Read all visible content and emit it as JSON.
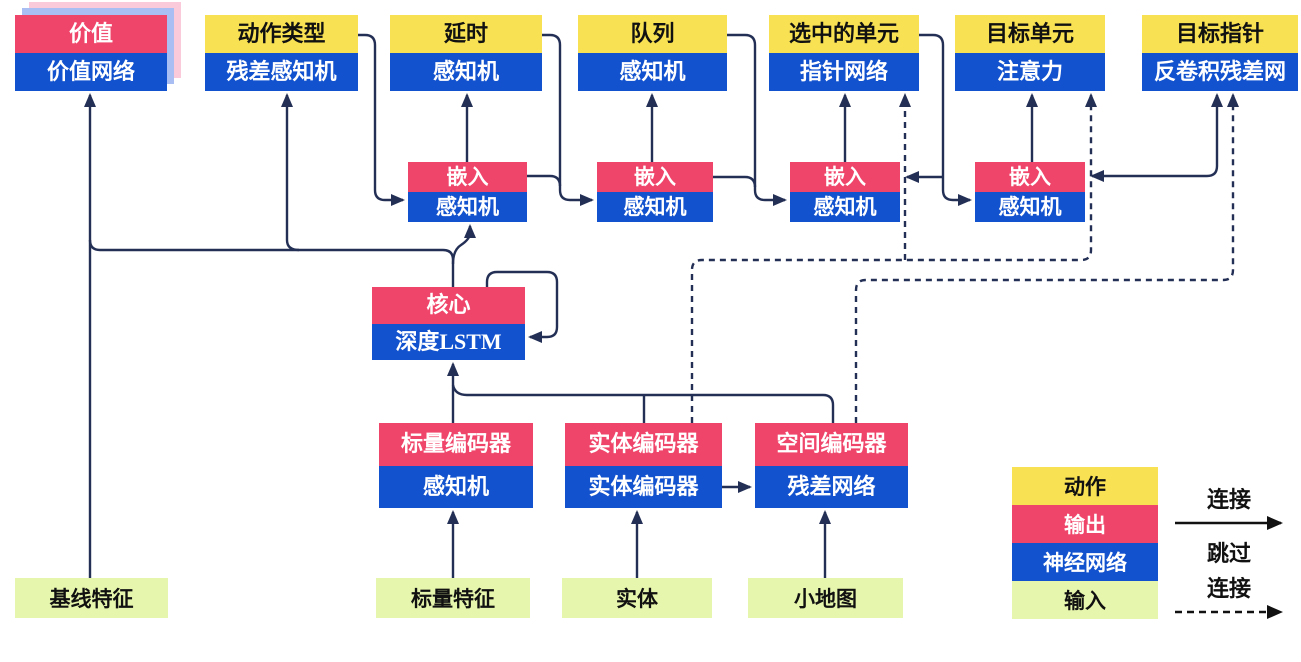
{
  "diagram": {
    "title": "agent-architecture-diagram",
    "top_row": [
      {
        "action": "价值",
        "network": "价值网络",
        "head_color": "red",
        "stacked": true
      },
      {
        "action": "动作类型",
        "network": "残差感知机",
        "head_color": "yellow"
      },
      {
        "action": "延时",
        "network": "感知机",
        "head_color": "yellow"
      },
      {
        "action": "队列",
        "network": "感知机",
        "head_color": "yellow"
      },
      {
        "action": "选中的单元",
        "network": "指针网络",
        "head_color": "yellow"
      },
      {
        "action": "目标单元",
        "network": "注意力",
        "head_color": "yellow"
      },
      {
        "action": "目标指针",
        "network": "反卷积残差网",
        "head_color": "yellow"
      }
    ],
    "embed_row": [
      {
        "output": "嵌入",
        "network": "感知机"
      },
      {
        "output": "嵌入",
        "network": "感知机"
      },
      {
        "output": "嵌入",
        "network": "感知机"
      },
      {
        "output": "嵌入",
        "network": "感知机"
      }
    ],
    "core": {
      "output": "核心",
      "network": "深度LSTM"
    },
    "encoders": [
      {
        "output": "标量编码器",
        "network": "感知机"
      },
      {
        "output": "实体编码器",
        "network": "实体编码器"
      },
      {
        "output": "空间编码器",
        "network": "残差网络"
      }
    ],
    "inputs": [
      {
        "label": "基线特征"
      },
      {
        "label": "标量特征"
      },
      {
        "label": "实体"
      },
      {
        "label": "小地图"
      }
    ],
    "legend": {
      "rows": [
        {
          "label": "动作",
          "color": "yellow"
        },
        {
          "label": "输出",
          "color": "red"
        },
        {
          "label": "神经网络",
          "color": "blue"
        },
        {
          "label": "输入",
          "color": "green"
        }
      ],
      "solid_arrow_label": "连接",
      "dashed_arrow_label_line1": "跳过",
      "dashed_arrow_label_line2": "连接"
    },
    "colors": {
      "action_yellow": "#F8E153",
      "output_red": "#F0456A",
      "network_blue": "#1252CE",
      "input_green": "#E6F6AC",
      "connector_navy": "#232F55",
      "value_shadow_pink": "#FAC9DA",
      "value_shadow_blue": "#A9BEF2",
      "legend_arrow_black": "#111111"
    }
  }
}
